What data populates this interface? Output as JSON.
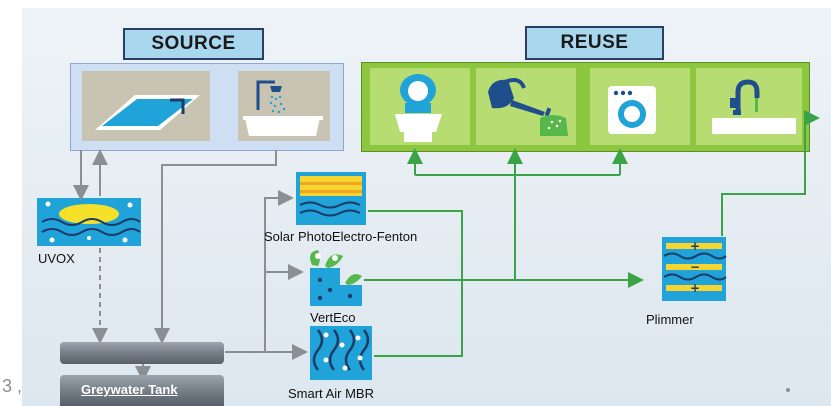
{
  "headers": {
    "source": "SOURCE",
    "reuse": "REUSE"
  },
  "source_icons": [
    "pool-icon",
    "shower-icon"
  ],
  "reuse_icons": [
    "toilet-icon",
    "watering-can-icon",
    "washing-machine-icon",
    "faucet-icon"
  ],
  "processes": {
    "uvox": "UVOX",
    "solar": "Solar PhotoElectro-Fenton",
    "verteco": "VertEco",
    "mbr": "Smart Air MBR",
    "plimmer": "Plimmer"
  },
  "tank": "Greywater Tank",
  "page_marker": "3 ,",
  "colors": {
    "green_arrow": "#3aa346",
    "gray_arrow": "#8a8f94",
    "reuse_panel": "#8dc63f",
    "source_panel": "#cfdff3",
    "icon_blue": "#1fa3d8"
  }
}
